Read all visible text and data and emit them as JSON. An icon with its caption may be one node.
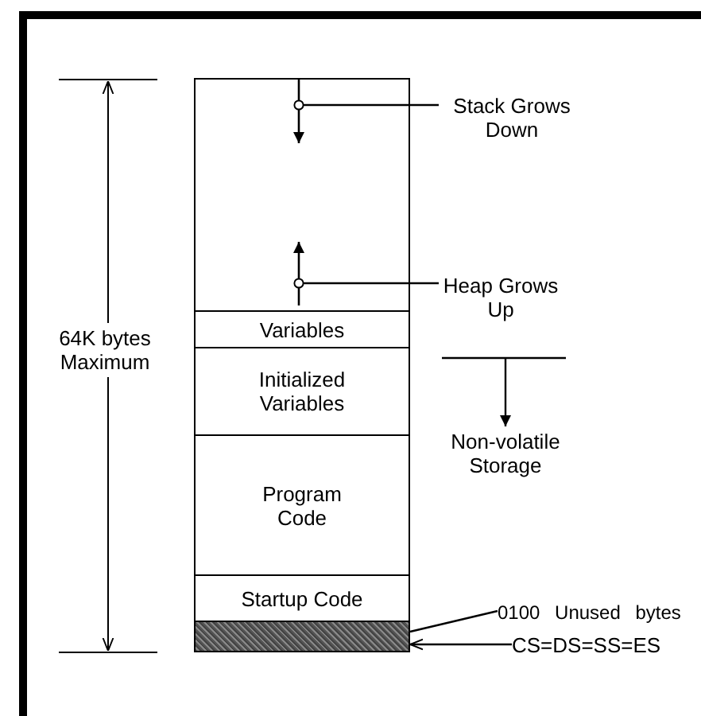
{
  "diagram": {
    "nodes": [
      {
        "text": [],
        "shape": "box"
      },
      {
        "text": [
          "Variables"
        ]
      },
      {
        "text": [
          "Initialized Variables"
        ]
      },
      {
        "text": [
          "Program Code"
        ]
      },
      {
        "text": [
          "Startup Code"
        ]
      },
      {
        "text": [],
        "shape": "bar"
      },
      {
        "text": [
          "Stack Grows Down"
        ]
      },
      {
        "text": [
          "Heap Grows Up"
        ]
      },
      {
        "text": [
          "Non-volatile Storage"
        ]
      },
      {
        "text": [
          "0100 Unused bytes"
        ]
      },
      {
        "text": [
          "CS=DS=SS=ES"
        ]
      }
    ],
    "edges": [
      {
        "from": 6,
        "to": 0,
        "arrow": "other"
      },
      {
        "from": 7,
        "to": 0,
        "arrow": "other"
      },
      {
        "from": null,
        "to": 8,
        "arrow": "to"
      },
      {
        "from": 9,
        "to": 5,
        "arrow": "none"
      },
      {
        "from": 10,
        "to": 5,
        "arrow": "to"
      }
    ],
    "labels": [
      "64K bytes Maximum"
    ]
  }
}
